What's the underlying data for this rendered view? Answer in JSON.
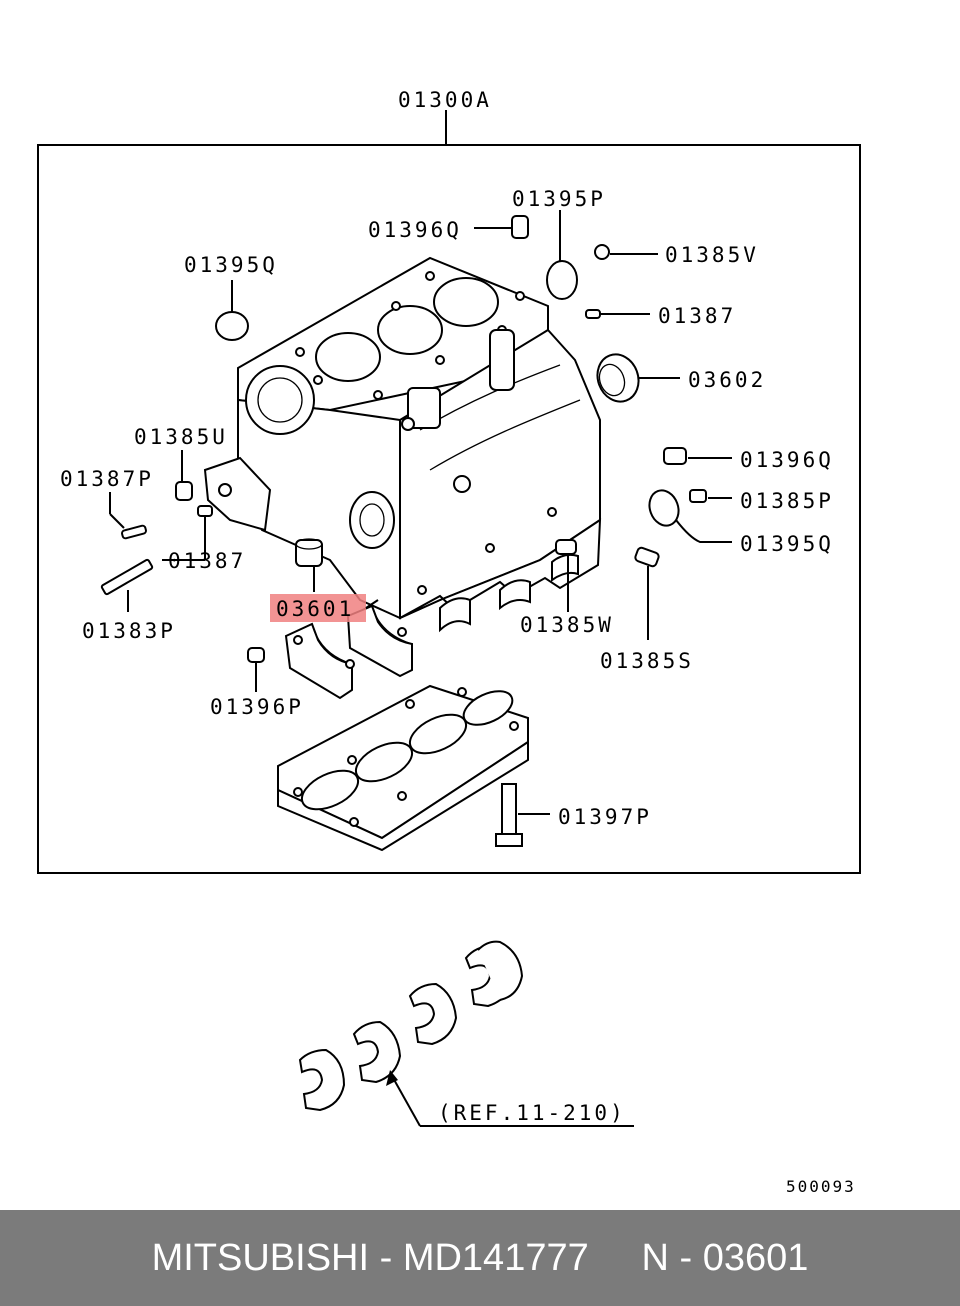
{
  "diagram": {
    "assembly_label": "01300A",
    "labels": {
      "p01395P": "01395P",
      "p01396Q_top": "01396Q",
      "p01385V": "01385V",
      "p01395Q_left": "01395Q",
      "p01387_right": "01387",
      "p03602": "03602",
      "p01385U": "01385U",
      "p01396Q_right": "01396Q",
      "p01387P": "01387P",
      "p01385P": "01385P",
      "p01395Q_right": "01395Q",
      "p01387_left": "01387",
      "p03601": "03601",
      "p01385W": "01385W",
      "p01383P": "01383P",
      "p01385S": "01385S",
      "p01396P": "01396P",
      "p01397P": "01397P"
    },
    "highlighted_part": "03601",
    "highlight_color": "#f08080",
    "reference": "(REF.11-210)",
    "drawing_number": "500093"
  },
  "footer": {
    "text": "MITSUBISHI - MD141777     N - 03601",
    "background": "#7b7b7b"
  }
}
